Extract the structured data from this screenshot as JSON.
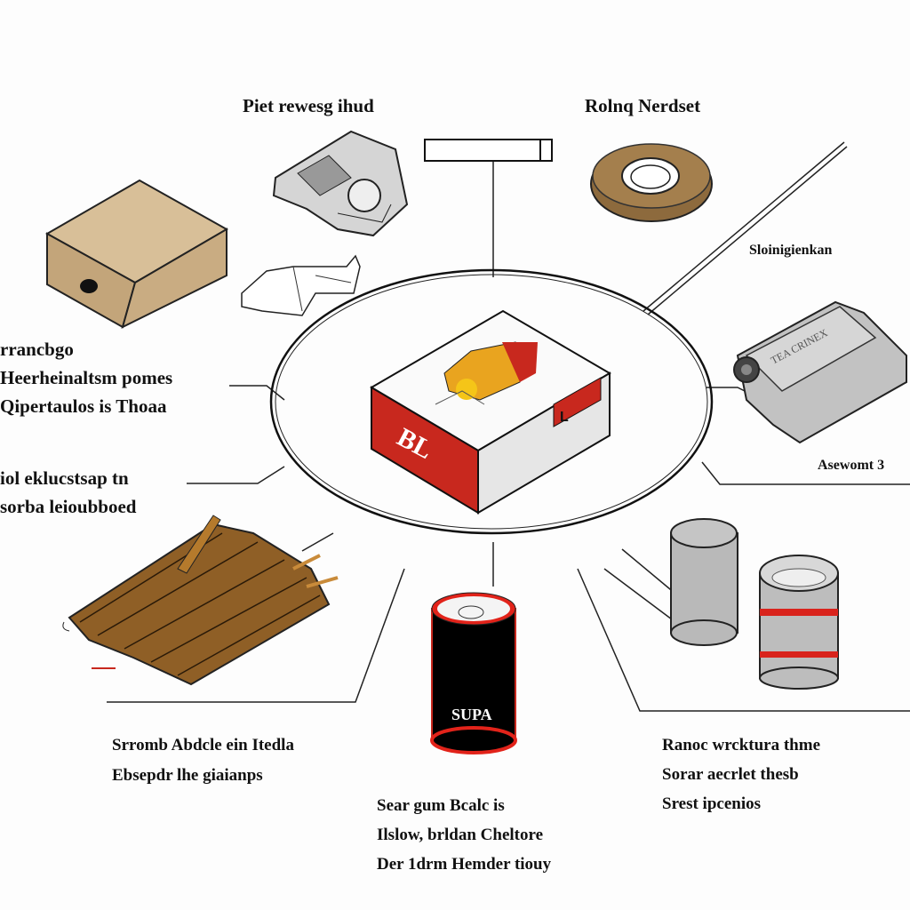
{
  "diagram": {
    "center": {
      "name": "central-product-box",
      "brand_text": "BL",
      "side_label_text": "L"
    },
    "labels": {
      "top_left": "Piet rewesg ihud",
      "top_right": "Rolnq Nerdset",
      "right_upper": "Sloinigienkan",
      "left_upper": [
        "rrancbgo",
        "Heerheinaltsm pomes",
        "Qipertaulos is Thoaa"
      ],
      "left_lower": [
        "iol eklucstsap tn",
        "sorba leioubboed"
      ],
      "right_lower": "Asewomt 3",
      "bottom_left": [
        "Srromb Abdcle ein Itedla",
        "Ebsepdr lhe giaianps"
      ],
      "bottom_center": [
        "Sear gum Bcalc is",
        "Ilslow, brldan Cheltore",
        "Der 1drm Hemder tiouy"
      ],
      "bottom_right": [
        "Ranoc wrcktura thme",
        "Sorar aecrlet thesb",
        "Srest ipcenios"
      ]
    },
    "items": [
      {
        "id": "cardboard-box",
        "color": "#c9ac82"
      },
      {
        "id": "engine-part",
        "color": "#cfcfcf"
      },
      {
        "id": "bracket-part",
        "color": "#ffffff"
      },
      {
        "id": "bearing-ring",
        "color": "#8d6a3d"
      },
      {
        "id": "metal-roller",
        "color": "#bdbdbd"
      },
      {
        "id": "wood-planks",
        "color": "#8a5a22"
      },
      {
        "id": "battery-can",
        "color": "#000000",
        "text": "SUPA",
        "accent": "#d9231c"
      },
      {
        "id": "gray-cylinder",
        "color": "#b9b9b9"
      },
      {
        "id": "striped-canister",
        "color": "#bdbdbd",
        "accent": "#d9231c"
      }
    ],
    "colors": {
      "accent": "#c8281e",
      "line": "#222222"
    }
  }
}
